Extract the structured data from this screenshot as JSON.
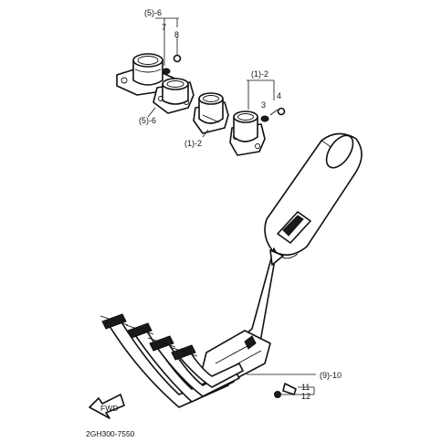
{
  "labels": {
    "top_group_a": "(5)-6",
    "top_group_b": "(5)-6",
    "num_7": "7",
    "num_8": "8",
    "right_group_a": "(1)-2",
    "right_group_b": "(1)-2",
    "num_3": "3",
    "num_4": "4",
    "exhaust_group": "(9)-10",
    "num_11": "11",
    "num_12": "12",
    "fwd": "FWD",
    "diagram_code": "2GH300-7550"
  }
}
